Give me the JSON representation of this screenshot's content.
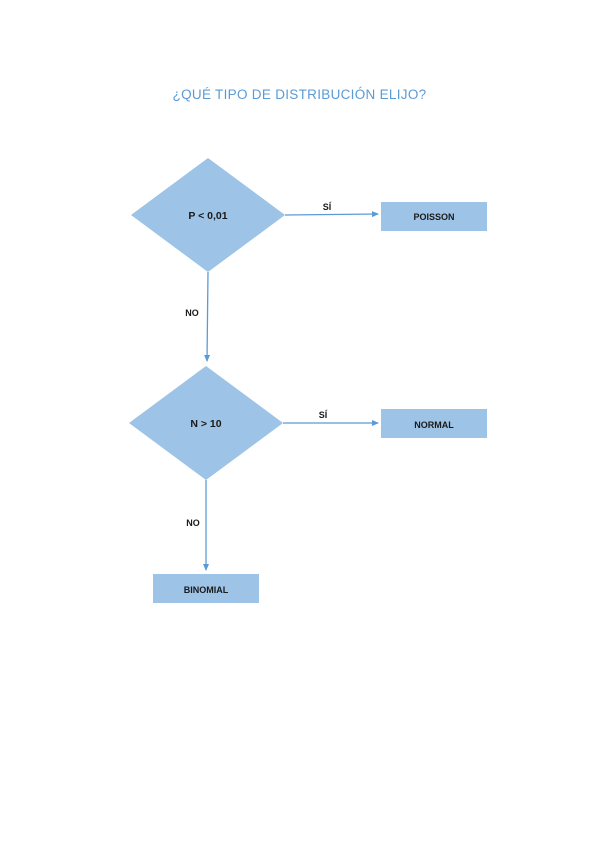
{
  "title": "¿QUÉ TIPO DE DISTRIBUCIÓN ELIJO?",
  "colors": {
    "shape_fill": "#9dc3e6",
    "arrow": "#5b9bd5",
    "title": "#5b9bd5",
    "text": "#1a1a1a"
  },
  "nodes": {
    "decision_p": {
      "label": "P < 0,01"
    },
    "decision_n": {
      "label": "N > 10"
    },
    "result_poisson": {
      "label": "POISSON"
    },
    "result_normal": {
      "label": "NORMAL"
    },
    "result_binomial": {
      "label": "BINOMIAL"
    }
  },
  "edges": {
    "p_yes": {
      "label": "SÍ"
    },
    "p_no": {
      "label": "NO"
    },
    "n_yes": {
      "label": "SÍ"
    },
    "n_no": {
      "label": "NO"
    }
  }
}
